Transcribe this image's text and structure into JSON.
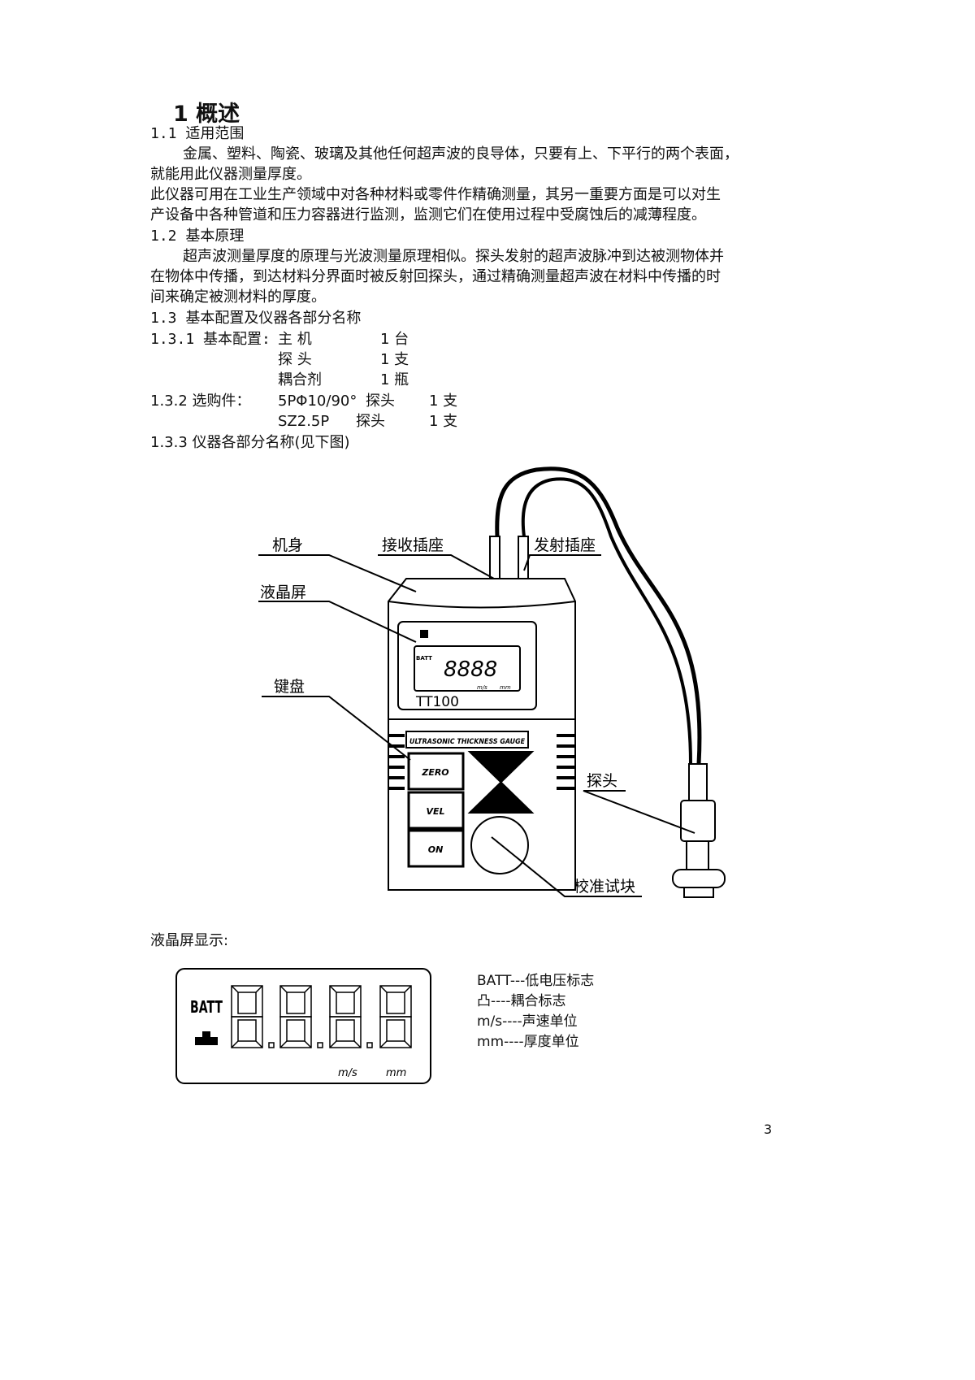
{
  "section_title": "1  概述",
  "s11": {
    "heading": "1.1   适用范围",
    "p1_l1": "金属、塑料、陶瓷、玻璃及其他任何超声波的良导体，只要有上、下平行的两个表面，",
    "p1_l2": "就能用此仪器测量厚度。",
    "p2_l1": "此仪器可用在工业生产领域中对各种材料或零件作精确测量，其另一重要方面是可以对生",
    "p2_l2": "产设备中各种管道和压力容器进行监测，监测它们在使用过程中受腐蚀后的减薄程度。"
  },
  "s12": {
    "heading": "1.2   基本原理",
    "l1": "超声波测量厚度的原理与光波测量原理相似。探头发射的超声波脉冲到达被测物体并",
    "l2": "在物体中传播，到达材料分界面时被反射回探头，通过精确测量超声波在材料中传播的时",
    "l3": "间来确定被测材料的厚度。"
  },
  "s13": {
    "heading": "1.3   基本配置及仪器各部分名称",
    "s131_label": "1.3.1   基本配置:",
    "basic": [
      {
        "name": "主   机",
        "qty": "1 台"
      },
      {
        "name": "探   头",
        "qty": "1 支"
      },
      {
        "name": "耦合剂",
        "qty": "1 瓶"
      }
    ],
    "s132_label": "1.3.2     选购件：",
    "optional": [
      {
        "model": "5PΦ10/90°",
        "name": "探头",
        "qty": "1 支"
      },
      {
        "model": "SZ2.5P",
        "name": "探头",
        "qty": "1 支"
      }
    ],
    "s133": "1.3.3 仪器各部分名称(见下图)"
  },
  "diagram": {
    "labels": {
      "body": "机身",
      "receive": "接收插座",
      "transmit": "发射插座",
      "lcd": "液晶屏",
      "keypad": "键盘",
      "probe": "探头",
      "block": "校准试块"
    },
    "device": {
      "model": "TT100",
      "plate": "ULTRASONIC THICKNESS GAUGE",
      "keys": [
        "ZERO",
        "VEL",
        "ON"
      ],
      "batt": "BATT",
      "units": [
        "m/s",
        "mm"
      ]
    }
  },
  "lcd_section": {
    "title": "液晶屏显示:",
    "batt": "BATT",
    "unit_speed": "m/s",
    "unit_mm": "mm",
    "legend": [
      "BATT---低电压标志",
      "凸----耦合标志",
      "m/s----声速单位",
      "mm----厚度单位"
    ]
  },
  "page_number": "3"
}
